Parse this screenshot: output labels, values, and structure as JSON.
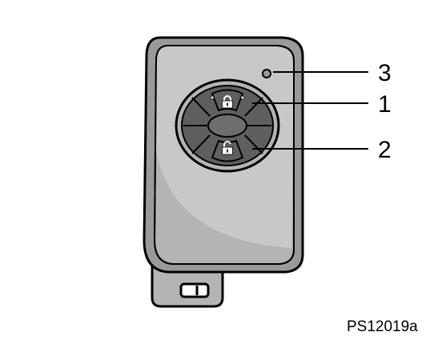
{
  "figure": {
    "callouts": [
      {
        "number": "1",
        "target": "lock-button"
      },
      {
        "number": "2",
        "target": "unlock-button"
      },
      {
        "number": "3",
        "target": "indicator-light"
      }
    ],
    "figure_code": "PS12019a"
  },
  "colors": {
    "outline": "#000000",
    "body_dark": "#9a9a9a",
    "body_face": "#b4b4b4",
    "body_highlight": "#c8c8c8",
    "button_panel": "#5f5f5f",
    "button_center": "#6e6e6e",
    "icon_light": "#ffffff",
    "background": "#ffffff"
  }
}
